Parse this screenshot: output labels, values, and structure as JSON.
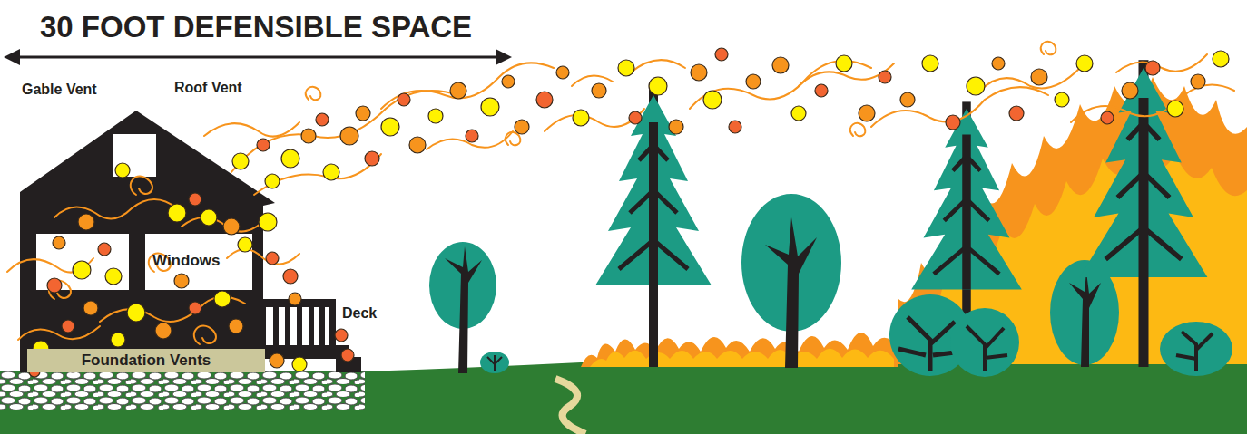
{
  "diagram": {
    "title": "30 FOOT DEFENSIBLE SPACE",
    "nodes": [
      {
        "text": [
          "Foundation Vents"
        ]
      }
    ],
    "labels": [
      "Gable Vent",
      "Roof Vent",
      "Windows",
      "Deck"
    ]
  }
}
